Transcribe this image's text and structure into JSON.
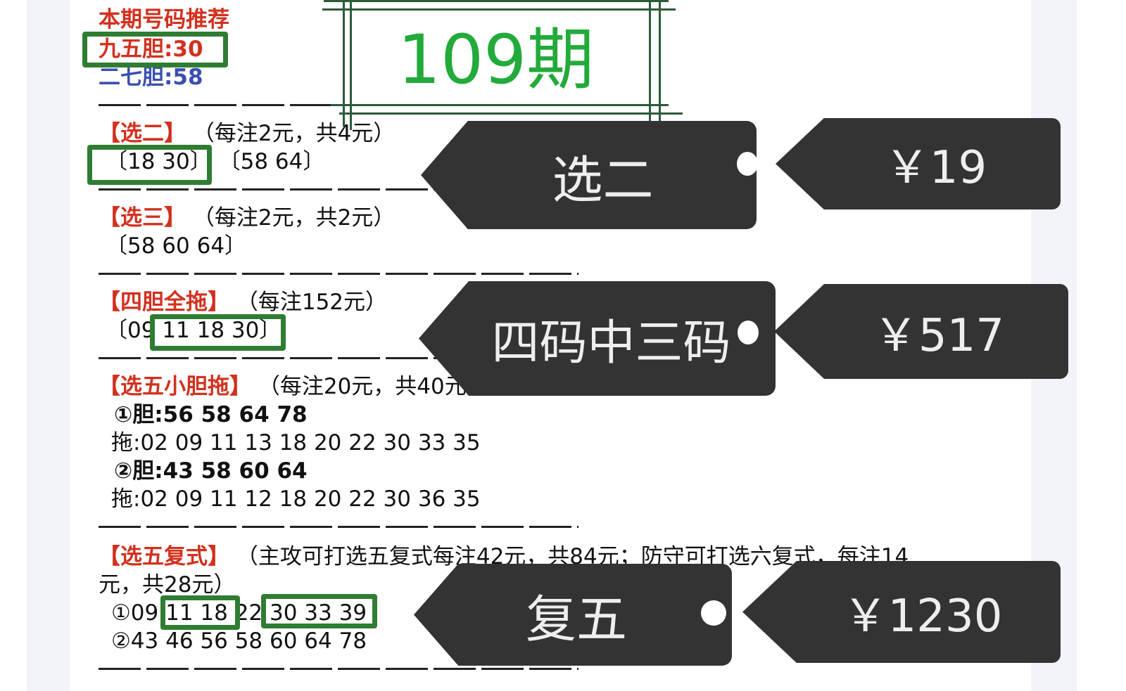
{
  "header": {
    "title": "本期号码推荐",
    "nine_five": "九五胆:30",
    "two_seven": "二七胆:58",
    "period": "109期"
  },
  "sections": {
    "pick2": {
      "label": "【选二】",
      "note": "（每注2元，共4元）",
      "numbers_a": "〔18 30〕",
      "numbers_b": "〔58 64〕"
    },
    "pick3": {
      "label": "【选三】",
      "note": "（每注2元，共2元）",
      "numbers": "〔58 60 64〕"
    },
    "four_dan": {
      "label": "【四胆全拖】",
      "note": "（每注152元）",
      "numbers_prefix": "〔09 ",
      "numbers_hl": "11 18 30〕"
    },
    "pick5_small": {
      "label": "【选五小胆拖】",
      "note": "（每注20元，共40元）",
      "dan1": "①胆:56 58 64 78",
      "tuo1": "拖:02 09 11 13 18 20 22 30 33 35",
      "dan2": "②胆:43 58 60 64",
      "tuo2": "拖:02 09 11 12 18 20 22 30 36 35"
    },
    "pick5_multi": {
      "label": "【选五复式】",
      "note": "（主攻可打选五复式每注42元，共84元；防守可打选六复式，每注14",
      "note2": "元，共28元）",
      "line1_a": "①09 ",
      "line1_b": "11 18",
      "line1_c": " 22 ",
      "line1_d": "30 33 39",
      "line2": "②43 46 56 58 60 64 78"
    }
  },
  "tags": [
    {
      "label": "选二",
      "price": "￥19"
    },
    {
      "label": "四码中三码",
      "price": "￥517"
    },
    {
      "label": "复五",
      "price": "￥1230"
    }
  ],
  "colors": {
    "red": "#d3301e",
    "blue": "#3a4fb0",
    "highlight": "#2e7d32",
    "period": "#22aa3a",
    "tag": "#333333"
  }
}
